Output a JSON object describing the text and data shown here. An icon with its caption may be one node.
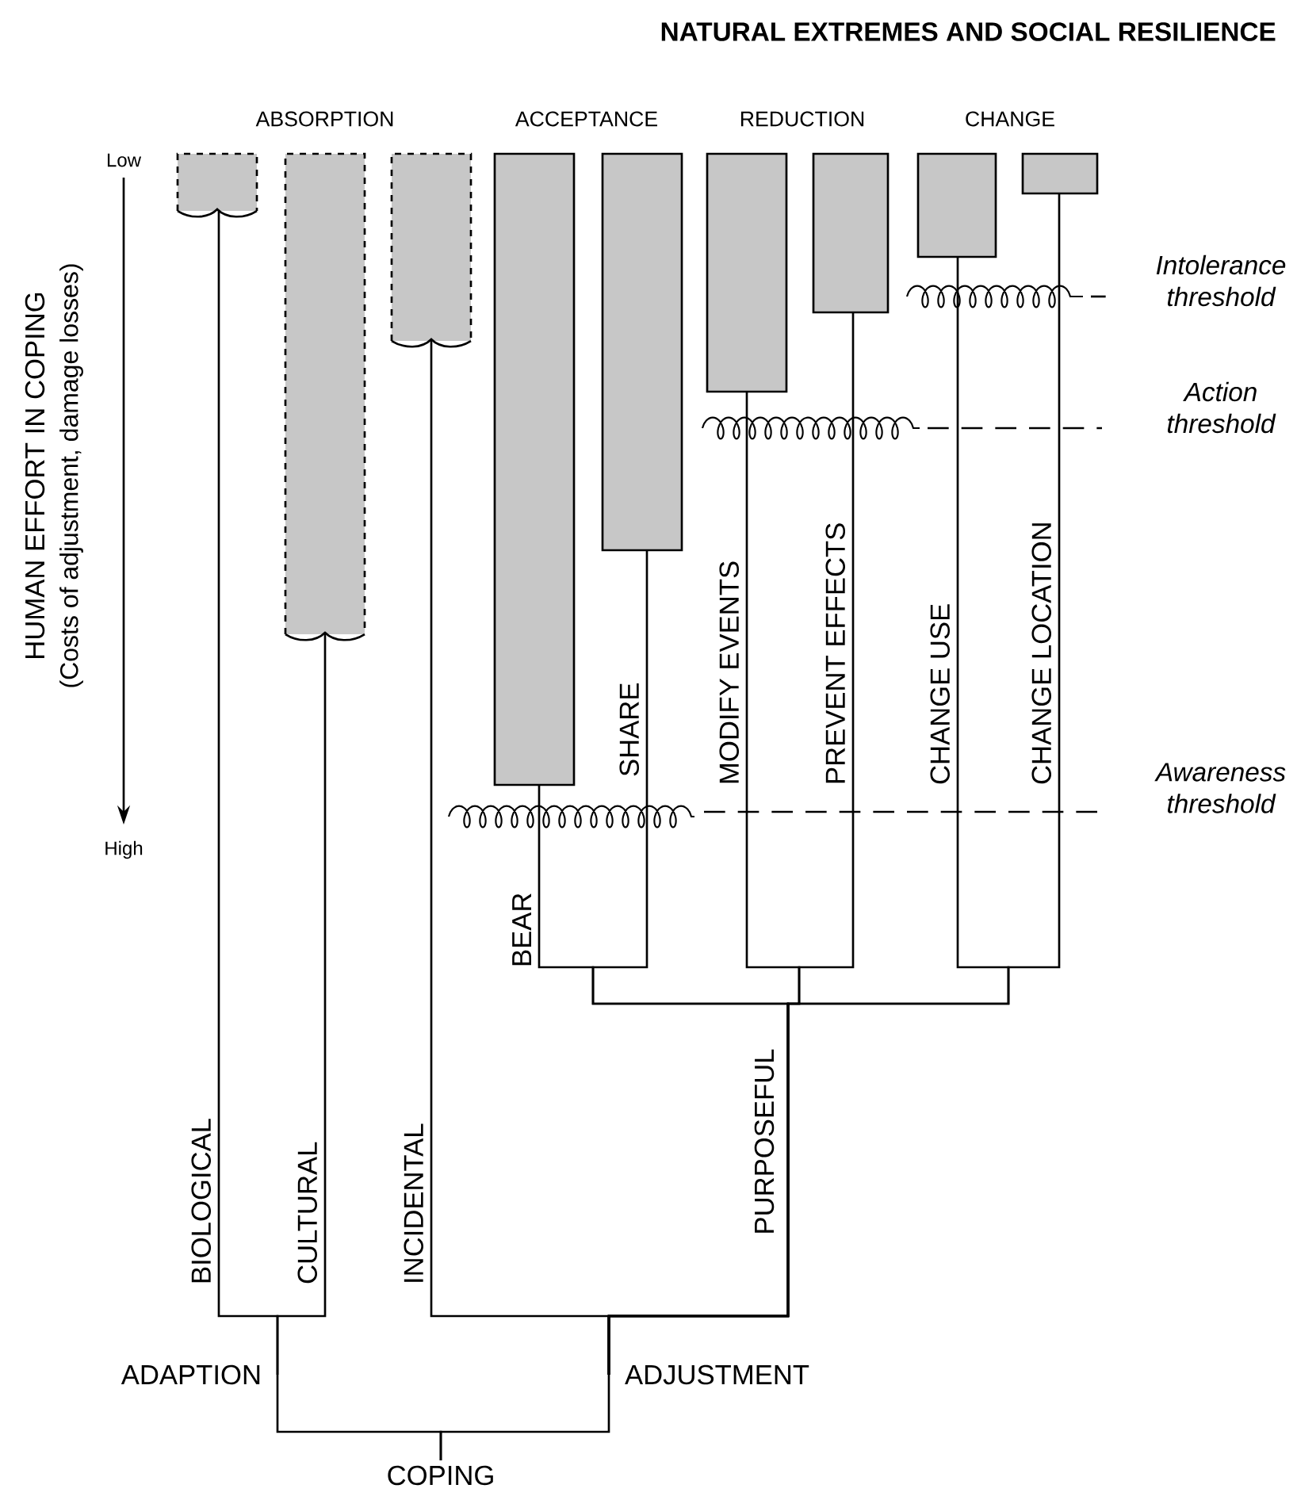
{
  "diagram": {
    "title": "NATURAL EXTREMES AND SOCIAL RESILIENCE",
    "nodes": [
      {
        "text": [],
        "shape": "bar"
      },
      {
        "text": [],
        "shape": "bar"
      },
      {
        "text": [],
        "shape": "bar"
      },
      {
        "text": [],
        "shape": "bar"
      },
      {
        "text": [],
        "shape": "bar"
      },
      {
        "text": [],
        "shape": "bar"
      },
      {
        "text": [],
        "shape": "bar"
      },
      {
        "text": [],
        "shape": "bar"
      },
      {
        "text": [],
        "shape": "bar"
      },
      {
        "text": [
          "ADAPTION"
        ]
      },
      {
        "text": [
          "ADJUSTMENT"
        ]
      },
      {
        "text": [
          "COPING"
        ]
      }
    ],
    "edges": [
      {
        "from": 0,
        "to": 9,
        "arrow": "none",
        "label": "BIOLOGICAL"
      },
      {
        "from": 1,
        "to": 9,
        "arrow": "none",
        "label": "CULTURAL"
      },
      {
        "from": 2,
        "to": 10,
        "arrow": "none",
        "label": "INCIDENTAL"
      },
      {
        "from": 3,
        "to": 10,
        "arrow": "none",
        "label": "BEAR"
      },
      {
        "from": 4,
        "to": 10,
        "arrow": "none",
        "label": "SHARE"
      },
      {
        "from": 5,
        "to": 10,
        "arrow": "none",
        "label": "MODIFY EVENTS"
      },
      {
        "from": 6,
        "to": 10,
        "arrow": "none",
        "label": "PREVENT EFFECTS"
      },
      {
        "from": 7,
        "to": 10,
        "arrow": "none",
        "label": "CHANGE USE"
      },
      {
        "from": 8,
        "to": 10,
        "arrow": "none",
        "label": "CHANGE LOCATION"
      },
      {
        "from": 9,
        "to": 11,
        "arrow": "none"
      },
      {
        "from": 10,
        "to": 11,
        "arrow": "none"
      }
    ],
    "labels": [
      "ABSORPTION",
      "ACCEPTANCE",
      "REDUCTION",
      "CHANGE",
      "Low",
      "Intolerance threshold",
      "Action threshold",
      "HUMAN EFFORT IN COPING",
      "(Costs of adjustment, damage losses)",
      "Awareness threshold",
      "High",
      "PURPOSEFUL"
    ]
  }
}
